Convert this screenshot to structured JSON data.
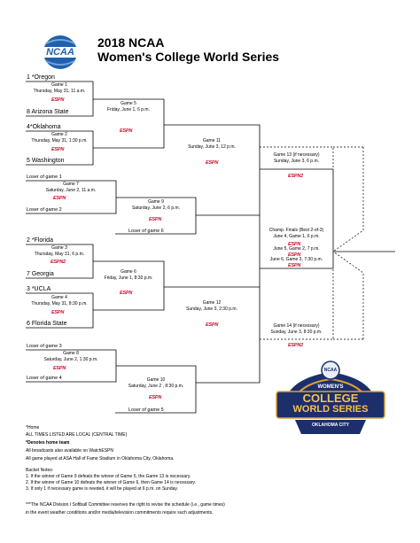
{
  "header": {
    "logo_text": "NCAA",
    "title_line1": "2018 NCAA",
    "title_line2": "Women's College World Series"
  },
  "bracket": {
    "teams": {
      "t1": "1 *Oregon",
      "t8": "8 Arizona State",
      "t4": "4*Oklahoma",
      "t5": "5 Washington",
      "t2": "2 *Florida",
      "t7": "7 Georgia",
      "t3": "3 *UCLA",
      "t6": "6 Florida State"
    },
    "losers": {
      "g1": "Loser of game 1",
      "g2": "Loser of game 2",
      "g6": "Loser of game 6",
      "g3": "Loser of game 3",
      "g4": "Loser of game 4",
      "g5": "Loser of game 5"
    },
    "games": {
      "g1": {
        "name": "Game 1",
        "time": "Thursday, May 31, 11 a.m."
      },
      "g2": {
        "name": "Game 2",
        "time": "Thursday, May 31, 1:30 p.m."
      },
      "g3": {
        "name": "Game 3",
        "time": "Thursday, May 31, 6 p.m."
      },
      "g4": {
        "name": "Game 4",
        "time": "Thursday, May 31, 8:30 p.m."
      },
      "g5": {
        "name": "Game 5",
        "time": "Friday, June 1, 6 p.m."
      },
      "g6": {
        "name": "Game 6",
        "time": "Friday, June 1, 8:30 p.m."
      },
      "g7": {
        "name": "Game 7",
        "time": "Saturday, June 2, 11 a.m."
      },
      "g8": {
        "name": "Game 8",
        "time": "Saturday, June 2, 1:30 p.m."
      },
      "g9": {
        "name": "Game 9",
        "time": "Saturday, June 2, 6 p.m."
      },
      "g10": {
        "name": "Game 10",
        "time": "Saturday, June 2 , 8:30 p.m."
      },
      "g11": {
        "name": "Game 11",
        "time": "Sunday, June 3, 12 p.m."
      },
      "g12": {
        "name": "Game 12",
        "time": "Sunday, June 3, 2:30 p.m."
      },
      "g13": {
        "name": "Game 13 (if necessary)",
        "time": "Sunday, June 3, 6 p.m."
      },
      "g14": {
        "name": "Game 14 (if necessary)",
        "time": "Sunday, June 3, 8:30 p.m."
      }
    },
    "finals": {
      "title": "Champ. Finals (Best 2-of-3)",
      "game1": "June 4, Game 1, 6 p.m.",
      "game2": "June 5, Game 2, 7 p.m.",
      "game3": "June 6, Game 3, 7:30 p.m."
    },
    "network_espn": "ESPN",
    "network_espn2": "ESPN2"
  },
  "wcws_logo": {
    "top": "WOMEN'S",
    "line1": "COLLEGE",
    "line2": "WORLD SERIES",
    "city": "OKLAHOMA CITY",
    "badge": "NCAA"
  },
  "footer": {
    "home": "*Home",
    "local_times": "ALL TIMES LISTED ARE LOCAL (CENTRAL TIME)",
    "denotes_home": "*Denotes home team",
    "watchespn": "All broadcasts also available on WatchESPN",
    "venue": "All game played at ASA Hall of Fame Stadium in Oklahoma City, Oklahoma.",
    "backet_notes": "Backet Notes:",
    "note1": "1. If the winner of Game 9 defeats the winner of Game 5, the Game 13 is necessary.",
    "note2": "2. If the winner of Game 10 defeats the winner of Game 6, then Game 14 is necessary.",
    "note3": "3. If only 1 if necessary game is needed, it will be played at 6 p.m. on Sunday.",
    "reserve1": "***The NCAA Division I Softball Committee reserves the right to revise the schedule (i.e., game times)",
    "reserve2": "in the event weather conditions and/or media/television commitments require such adjustments."
  }
}
